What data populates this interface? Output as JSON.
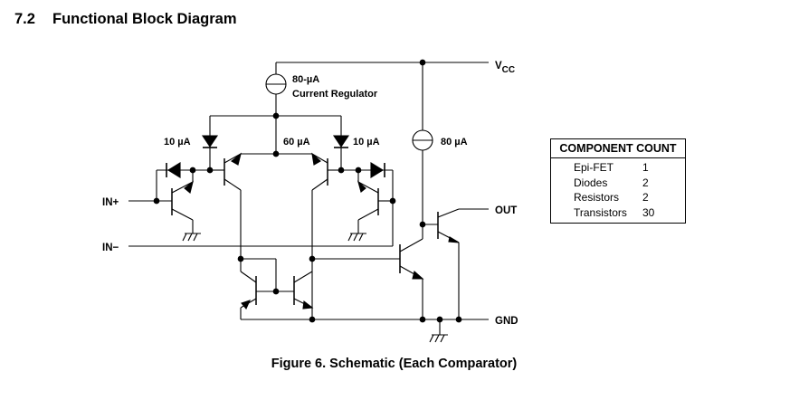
{
  "heading": {
    "number": "7.2",
    "title": "Functional Block Diagram"
  },
  "labels": {
    "vcc": "V",
    "vcc_sub": "CC",
    "out": "OUT",
    "gnd": "GND",
    "in_plus": "IN+",
    "in_minus": "IN−",
    "regulator_current": "80-µA",
    "regulator_name": "Current Regulator",
    "source_left": "10 µA",
    "source_center": "60 µA",
    "source_right": "10 µA",
    "source_output": "80 µA"
  },
  "component_count": {
    "title": "COMPONENT COUNT",
    "rows": [
      {
        "name": "Epi-FET",
        "count": "1"
      },
      {
        "name": "Diodes",
        "count": "2"
      },
      {
        "name": "Resistors",
        "count": "2"
      },
      {
        "name": "Transistors",
        "count": "30"
      }
    ]
  },
  "caption": "Figure 6.  Schematic (Each Comparator)"
}
